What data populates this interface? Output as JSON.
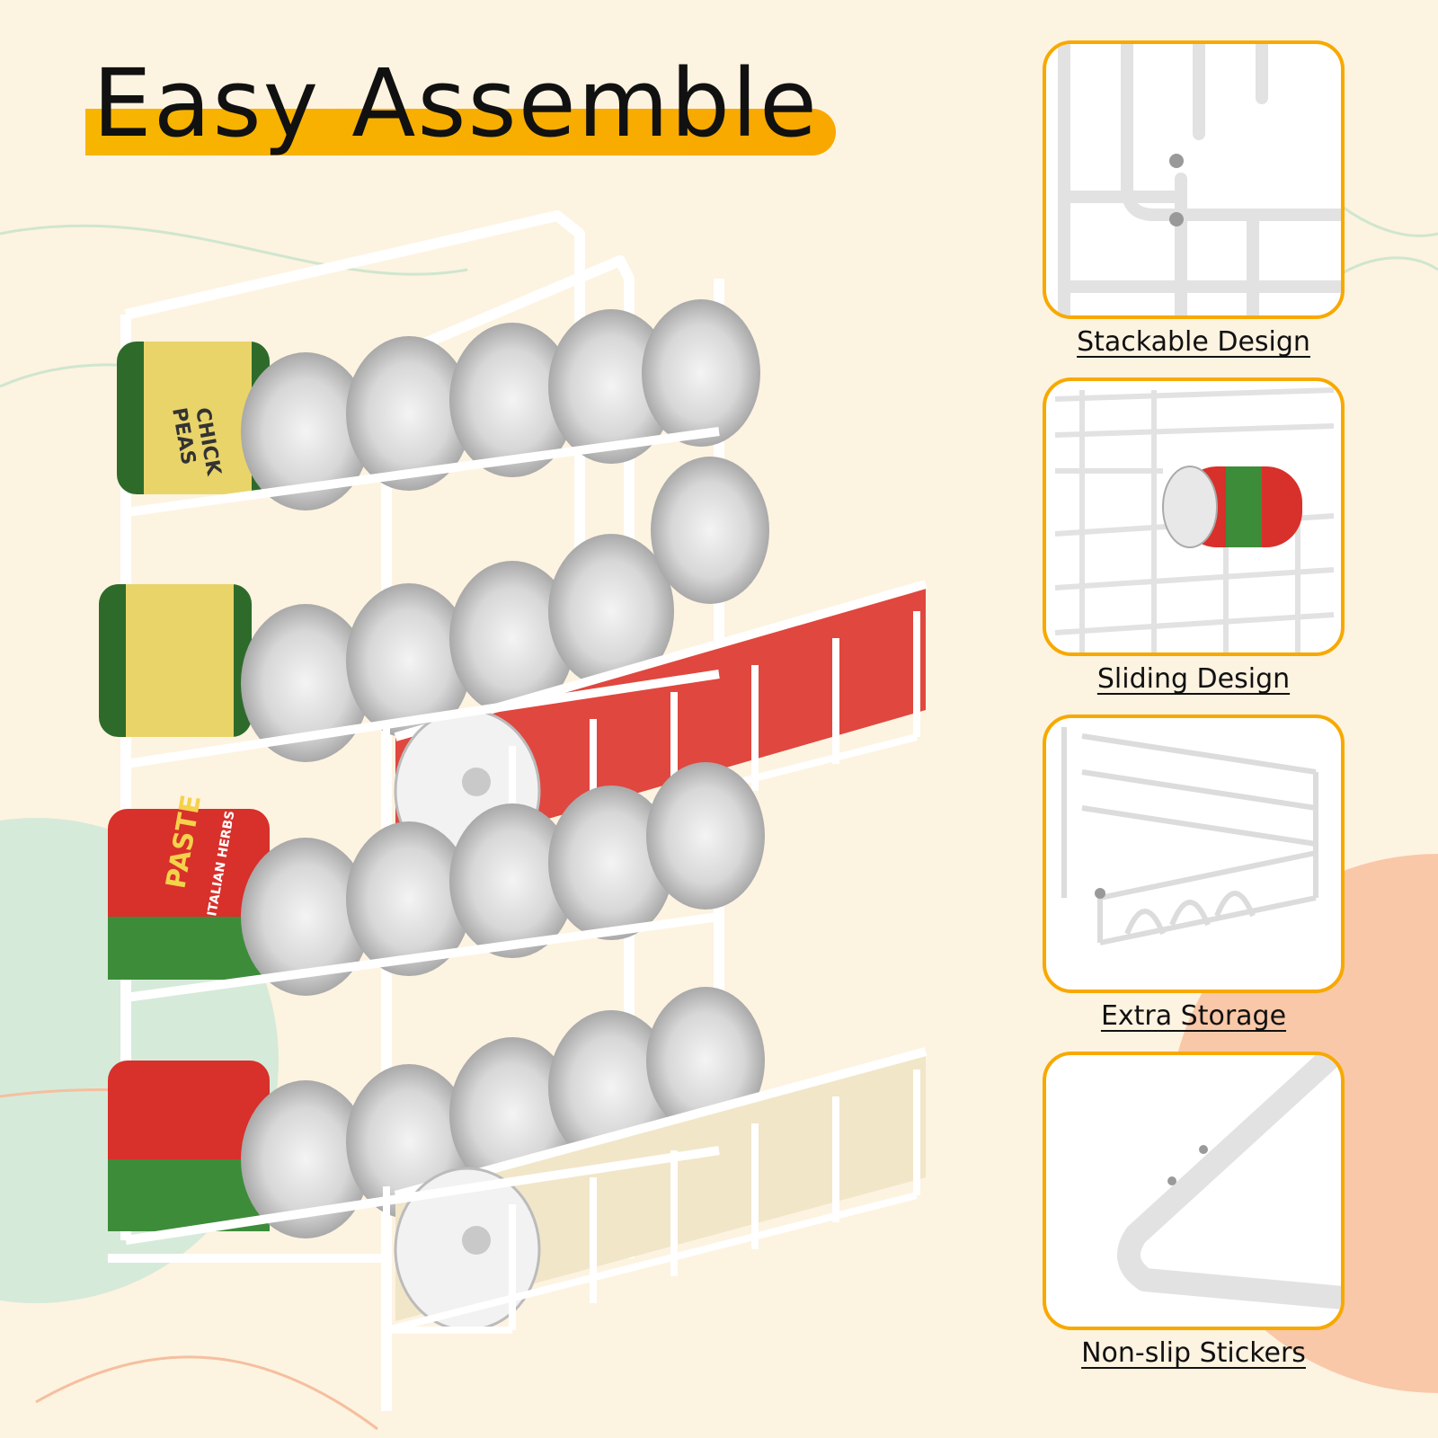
{
  "title": "Easy Assemble",
  "colors": {
    "background": "#fdf3e1",
    "accent": "#f7a900",
    "title_bar": "#f7b500",
    "green_blob": "#d6ead9",
    "peach_blob": "#f9c8a8"
  },
  "product": {
    "image": "can-organizer-rack-icon",
    "can_label_chickpeas_1": "CHICK",
    "can_label_chickpeas_2": "PEAS",
    "can_label_paste_1": "PASTE",
    "can_label_paste_2": "ITALIAN HERBS"
  },
  "features": [
    {
      "label": "Stackable Design",
      "icon": "stackable-frame-icon"
    },
    {
      "label": "Sliding Design",
      "icon": "sliding-rack-icon"
    },
    {
      "label": "Extra Storage",
      "icon": "extra-storage-icon"
    },
    {
      "label": "Non-slip Stickers",
      "icon": "non-slip-foot-icon"
    }
  ]
}
